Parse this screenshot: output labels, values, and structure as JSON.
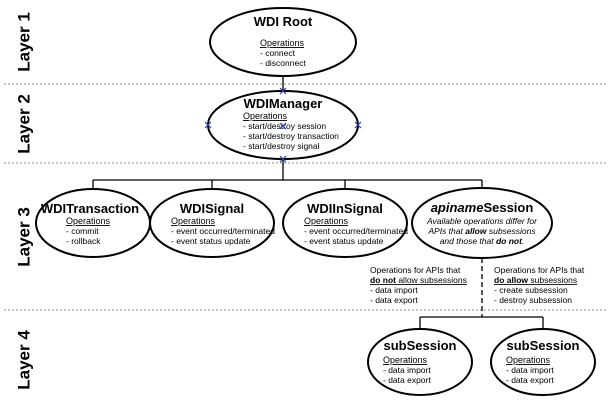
{
  "layers": [
    "Layer 1",
    "Layer 2",
    "Layer 3",
    "Layer 4"
  ],
  "nodes": {
    "wdi_root": {
      "title": "WDI Root",
      "ops_heading": "Operations",
      "ops": [
        "- connect",
        "- disconnect"
      ]
    },
    "wdi_manager": {
      "title": "WDIManager",
      "ops_heading": "Operations",
      "ops": [
        "- start/destroy session",
        "- start/destroy transaction",
        "- start/destroy signal"
      ]
    },
    "wdi_transaction": {
      "title": "WDITransaction",
      "ops_heading": "Operations",
      "ops": [
        "- commit",
        "- rollback"
      ]
    },
    "wdi_signal": {
      "title": "WDISignal",
      "ops_heading": "Operations",
      "ops": [
        "- event occurred/terminated",
        "- event status update"
      ]
    },
    "wdi_in_signal": {
      "title": "WDIInSignal",
      "ops_heading": "Operations",
      "ops": [
        "- event occurred/terminated",
        "- event status update"
      ]
    },
    "apiname_session": {
      "title_italic": "apiname",
      "title_rest": "Session",
      "desc_line1": "Available operations differ for",
      "desc_line2_a": "APIs that ",
      "desc_line2_b": "allow",
      "desc_line2_c": " subsessions",
      "desc_line3_a": "and those that ",
      "desc_line3_b": "do not",
      "desc_line3_c": "."
    },
    "sub_session_1": {
      "title": "subSession",
      "ops_heading": "Operations",
      "ops": [
        "- data import",
        "- data export"
      ]
    },
    "sub_session_2": {
      "title": "subSession",
      "ops_heading": "Operations",
      "ops": [
        "- data import",
        "- data export"
      ]
    }
  },
  "notes": {
    "no_subsessions": {
      "line1": "Operations for APIs that",
      "line2_a": "do not",
      "line2_b": " allow subsessions",
      "items": [
        "- data import",
        "- data export"
      ]
    },
    "with_subsessions": {
      "line1": "Operations for APIs that",
      "line2_a": "do allow",
      "line2_b": " subsessions",
      "items": [
        "- create subsession",
        "- destroy subsession"
      ]
    }
  }
}
